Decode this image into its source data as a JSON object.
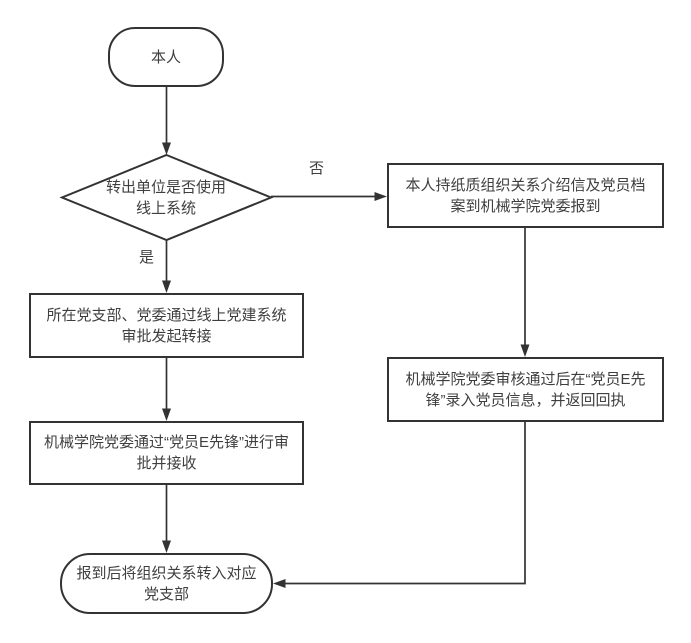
{
  "diagram": {
    "type": "flowchart",
    "background": "#ffffff",
    "stroke_color": "#333333",
    "text_color": "#3f3f3f",
    "nodes": {
      "start": {
        "shape": "rounded",
        "label": "本人"
      },
      "decision": {
        "shape": "diamond",
        "label": "转出单位是否使用线上系统"
      },
      "paper": {
        "shape": "rect",
        "label": "本人持纸质组织关系介绍信及党员档案到机械学院党委报到"
      },
      "online": {
        "shape": "rect",
        "label": "所在党支部、党委通过线上党建系统审批发起转接"
      },
      "committee": {
        "shape": "rect",
        "label": "机械学院党委通过“党员E先锋”进行审批并接收"
      },
      "record": {
        "shape": "rect",
        "label": "机械学院党委审核通过后在“党员E先锋”录入党员信息，并返回回执"
      },
      "end": {
        "shape": "rounded",
        "label": "报到后将组织关系转入对应党支部"
      }
    },
    "edge_labels": {
      "yes": "是",
      "no": "否"
    },
    "edges": [
      {
        "from": "start",
        "to": "decision",
        "label": ""
      },
      {
        "from": "decision",
        "to": "online",
        "label": "是"
      },
      {
        "from": "decision",
        "to": "paper",
        "label": "否"
      },
      {
        "from": "paper",
        "to": "record",
        "label": ""
      },
      {
        "from": "online",
        "to": "committee",
        "label": ""
      },
      {
        "from": "committee",
        "to": "end",
        "label": ""
      },
      {
        "from": "record",
        "to": "end",
        "label": ""
      }
    ]
  }
}
